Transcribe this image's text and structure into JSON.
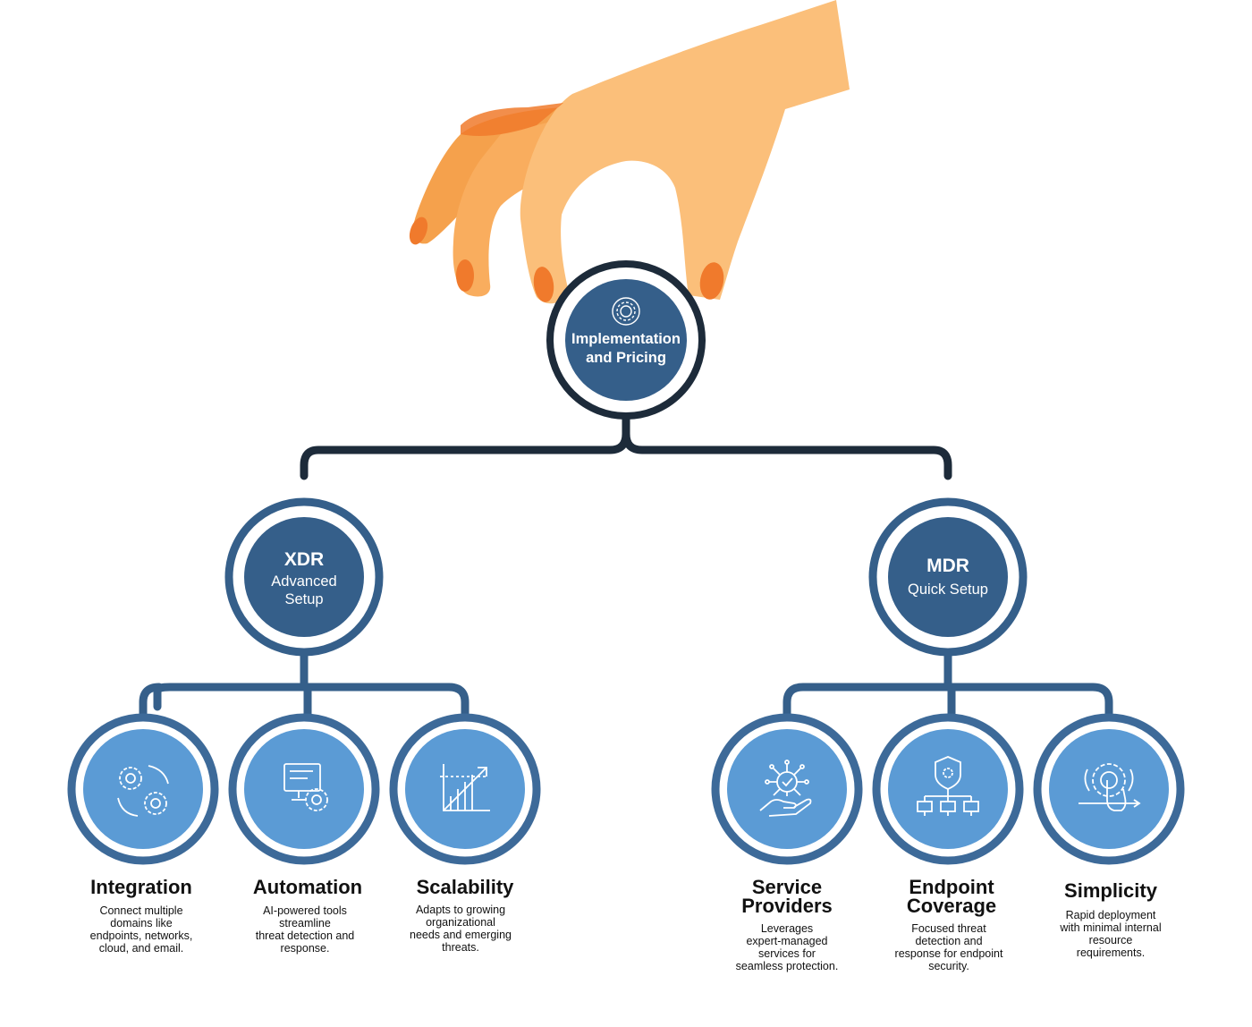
{
  "colors": {
    "dark_blue": "#355f8a",
    "mid_blue": "#3d6a99",
    "light_blue": "#5b9bd5",
    "ring_dark": "#1d2b3a",
    "skin": "#fbbf7a",
    "skin_shadow": "#f5a14c",
    "nail": "#f07a2c"
  },
  "root": {
    "line1": "Implementation",
    "line2": "and Pricing",
    "icon": "gear-cycle-icon"
  },
  "xdr": {
    "title": "XDR",
    "subtitle_line1": "Advanced",
    "subtitle_line2": "Setup"
  },
  "mdr": {
    "title": "MDR",
    "subtitle": "Quick Setup"
  },
  "leaves": [
    {
      "title": "Integration",
      "desc": "Connect multiple\ndomains like\nendpoints, networks,\ncloud, and email.",
      "icon": "gears-icon"
    },
    {
      "title": "Automation",
      "desc": "AI-powered tools\nstreamline\nthreat detection and\nresponse.",
      "icon": "monitor-gear-icon"
    },
    {
      "title": "Scalability",
      "desc": "Adapts to growing\norganizational\nneeds and emerging\nthreats.",
      "icon": "growth-chart-icon"
    },
    {
      "title_line1": "Service",
      "title_line2": "Providers",
      "desc": "Leverages\nexpert-managed\nservices for\nseamless protection.",
      "icon": "hand-network-icon"
    },
    {
      "title_line1": "Endpoint",
      "title_line2": "Coverage",
      "desc": "Focused threat\ndetection and\nresponse for endpoint\nsecurity.",
      "icon": "shield-network-icon"
    },
    {
      "title": "Simplicity",
      "desc": "Rapid deployment\nwith minimal internal\nresource\nrequirements.",
      "icon": "touch-gear-icon"
    }
  ]
}
